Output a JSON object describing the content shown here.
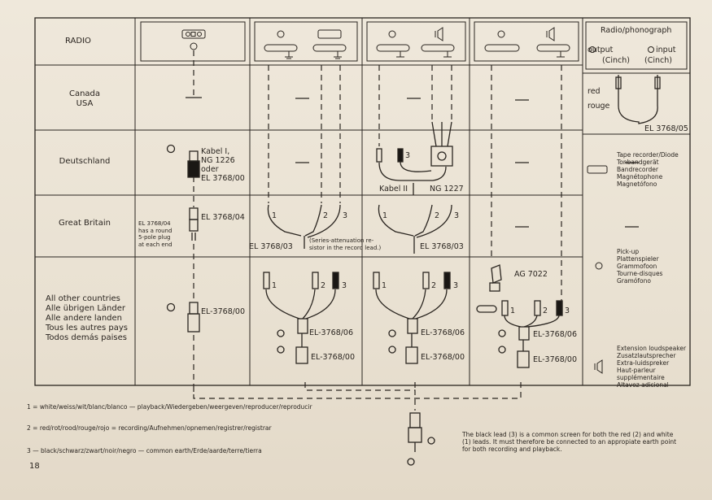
{
  "header": {
    "radio": "RADIO",
    "radio_phono": "Radio/phonograph",
    "output": "output",
    "input": "input",
    "cinch1": "(Cinch)",
    "cinch2": "(Cinch)"
  },
  "rows": {
    "canada": [
      "Canada",
      "USA"
    ],
    "deutschland": "Deutschland",
    "gb": "Great Britain",
    "other": [
      "All other countries",
      "Alle übrigen Länder",
      "Alle andere landen",
      "Tous les autres pays",
      "Todos demás paises"
    ]
  },
  "canada": {
    "red": "red",
    "rouge": "rouge",
    "cable": "EL 3768/05"
  },
  "deutschland": {
    "kabel": [
      "Kabel I,",
      "NG 1226",
      "oder",
      "EL 3768/00"
    ],
    "kabel2": "Kabel II",
    "ng1227": "NG 1227",
    "lead3": "3"
  },
  "gb": {
    "note": [
      "EL 3768/04",
      "has a round",
      "5-pole plug",
      "at each end"
    ],
    "cable04": "EL 3768/04",
    "cable03a": "EL 3768/03",
    "cable03b": "EL 3768/03",
    "series_note": [
      "(Series-attenuation re-",
      "sistor in the record lead.)"
    ],
    "lead1": "1",
    "lead2": "2",
    "lead3": "3",
    "lead1b": "1",
    "lead2b": "2",
    "lead3b": "3"
  },
  "other": {
    "el00": "EL-3768/00",
    "el06a": "EL-3768/06",
    "el00a": "EL-3768/00",
    "el06b": "EL-3768/06",
    "el00b": "EL-3768/00",
    "el06c": "EL-3768/06",
    "el00c": "EL-3768/00",
    "ag": "AG 7022",
    "l1": "1",
    "l2": "2",
    "l3": "3",
    "l1b": "1",
    "l2b": "2",
    "l3b": "3",
    "l1c": "1",
    "l2c": "2",
    "l3c": "3"
  },
  "dash": "—",
  "legend": {
    "tape": [
      "Tape recorder/Diode",
      "Tonbandgerät",
      "Bandrecorder",
      "Magnétophone",
      "Magnetófono"
    ],
    "pickup": [
      "Pick-up",
      "Plattenspieler",
      "Grammofoon",
      "Tourne-disques",
      "Gramófono"
    ],
    "speaker": [
      "Extension loudspeaker",
      "Zusatzlautsprecher",
      "Extra-luidspreker",
      "Haut-parleur",
      "supplémentaire",
      "Altavoz adicional"
    ]
  },
  "footnotes": {
    "f1": "1 = white/weiss/wit/blanc/blanco — playback/Wiedergeben/weergeven/reproducer/reproducir",
    "f2": "2 = red/rot/rood/rouge/rojo = recording/Aufnehmen/opnemen/registrer/registrar",
    "f3": "3 — black/schwarz/zwart/noir/negro — common earth/Erde/aarde/terre/tierra",
    "note": [
      "The black lead (3) is a common screen for both the red (2) and white",
      "(1) leads. It must therefore be connected to an appropiate earth point",
      "for both recording and playback."
    ]
  },
  "page_number": "18"
}
